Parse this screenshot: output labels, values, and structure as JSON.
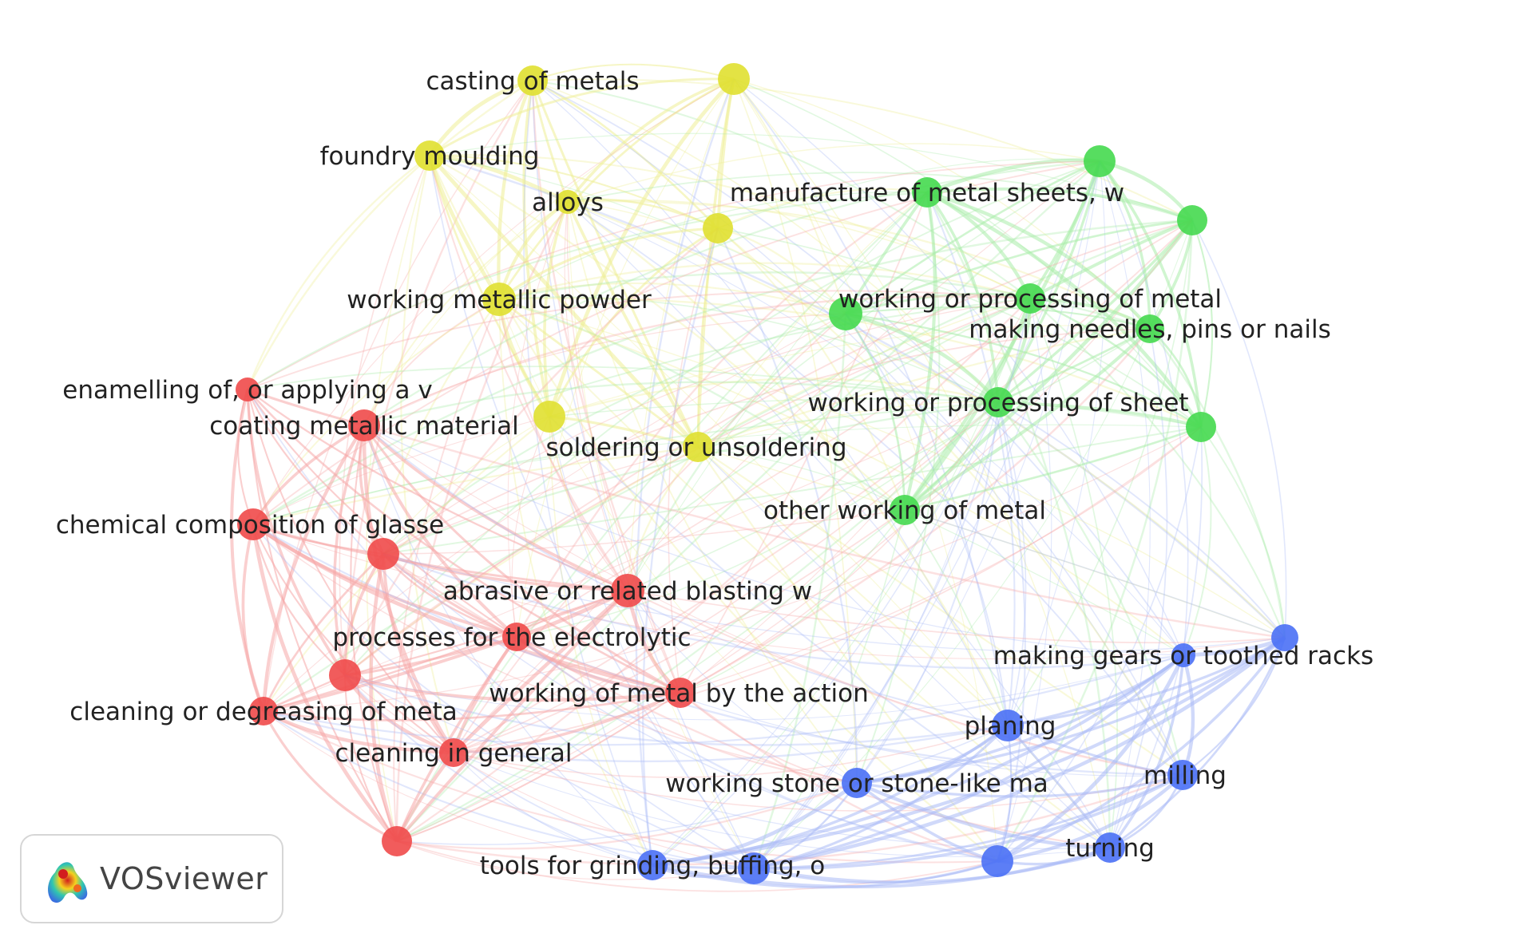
{
  "clusters": {
    "red": {
      "color": "#f04a4a",
      "link_color": "#f6a8a8"
    },
    "green": {
      "color": "#45d94f",
      "link_color": "#a9ecaa"
    },
    "blue": {
      "color": "#4a70f5",
      "link_color": "#a9b9f6"
    },
    "yellow": {
      "color": "#e0e030",
      "link_color": "#efef96"
    }
  },
  "nodes": [
    {
      "id": "casting",
      "label": "casting of metals",
      "cluster": "yellow"
    },
    {
      "id": "y-top",
      "label": "",
      "cluster": "yellow"
    },
    {
      "id": "foundry",
      "label": "foundry moulding",
      "cluster": "yellow"
    },
    {
      "id": "alloys",
      "label": "alloys",
      "cluster": "yellow"
    },
    {
      "id": "y-mid",
      "label": "",
      "cluster": "yellow"
    },
    {
      "id": "powder",
      "label": "working metallic powder",
      "cluster": "yellow"
    },
    {
      "id": "y-low",
      "label": "",
      "cluster": "yellow"
    },
    {
      "id": "soldering",
      "label": "soldering or unsoldering",
      "cluster": "yellow"
    },
    {
      "id": "g-top",
      "label": "",
      "cluster": "green"
    },
    {
      "id": "sheets",
      "label": "manufacture of metal sheets, w",
      "cluster": "green"
    },
    {
      "id": "g-right",
      "label": "",
      "cluster": "green"
    },
    {
      "id": "g-proc-left",
      "label": "",
      "cluster": "green"
    },
    {
      "id": "processing-metal",
      "label": "working or processing of metal",
      "cluster": "green"
    },
    {
      "id": "needles",
      "label": "making needles, pins or nails",
      "cluster": "green"
    },
    {
      "id": "processing-sheet",
      "label": "working or processing of sheet",
      "cluster": "green"
    },
    {
      "id": "g-right2",
      "label": "",
      "cluster": "green"
    },
    {
      "id": "other-working",
      "label": "other working of metal",
      "cluster": "green"
    },
    {
      "id": "enamelling",
      "label": "enamelling of, or applying a v",
      "cluster": "red"
    },
    {
      "id": "coating",
      "label": "coating metallic material",
      "cluster": "red"
    },
    {
      "id": "glass",
      "label": "chemical composition of glasse",
      "cluster": "red"
    },
    {
      "id": "r-mid",
      "label": "",
      "cluster": "red"
    },
    {
      "id": "abrasive",
      "label": "abrasive or related blasting w",
      "cluster": "red"
    },
    {
      "id": "electrolytic",
      "label": "processes for the electrolytic",
      "cluster": "red"
    },
    {
      "id": "r-left",
      "label": "",
      "cluster": "red"
    },
    {
      "id": "degreasing",
      "label": "cleaning or degreasing of meta",
      "cluster": "red"
    },
    {
      "id": "action",
      "label": "working of metal by the action",
      "cluster": "red"
    },
    {
      "id": "cleaning",
      "label": "cleaning in general",
      "cluster": "red"
    },
    {
      "id": "r-bottom",
      "label": "",
      "cluster": "red"
    },
    {
      "id": "b-right",
      "label": "",
      "cluster": "blue"
    },
    {
      "id": "gears",
      "label": "making gears or toothed racks",
      "cluster": "blue"
    },
    {
      "id": "planing",
      "label": "planing",
      "cluster": "blue"
    },
    {
      "id": "stone",
      "label": "working stone or stone-like ma",
      "cluster": "blue"
    },
    {
      "id": "milling",
      "label": "milling",
      "cluster": "blue"
    },
    {
      "id": "turning",
      "label": "turning",
      "cluster": "blue"
    },
    {
      "id": "b-bottom",
      "label": "",
      "cluster": "blue"
    },
    {
      "id": "grinding",
      "label": "tools for grinding, buffing, o",
      "cluster": "blue"
    },
    {
      "id": "b-bottom2",
      "label": "",
      "cluster": "blue"
    }
  ],
  "logo": {
    "text": "VOSviewer"
  }
}
